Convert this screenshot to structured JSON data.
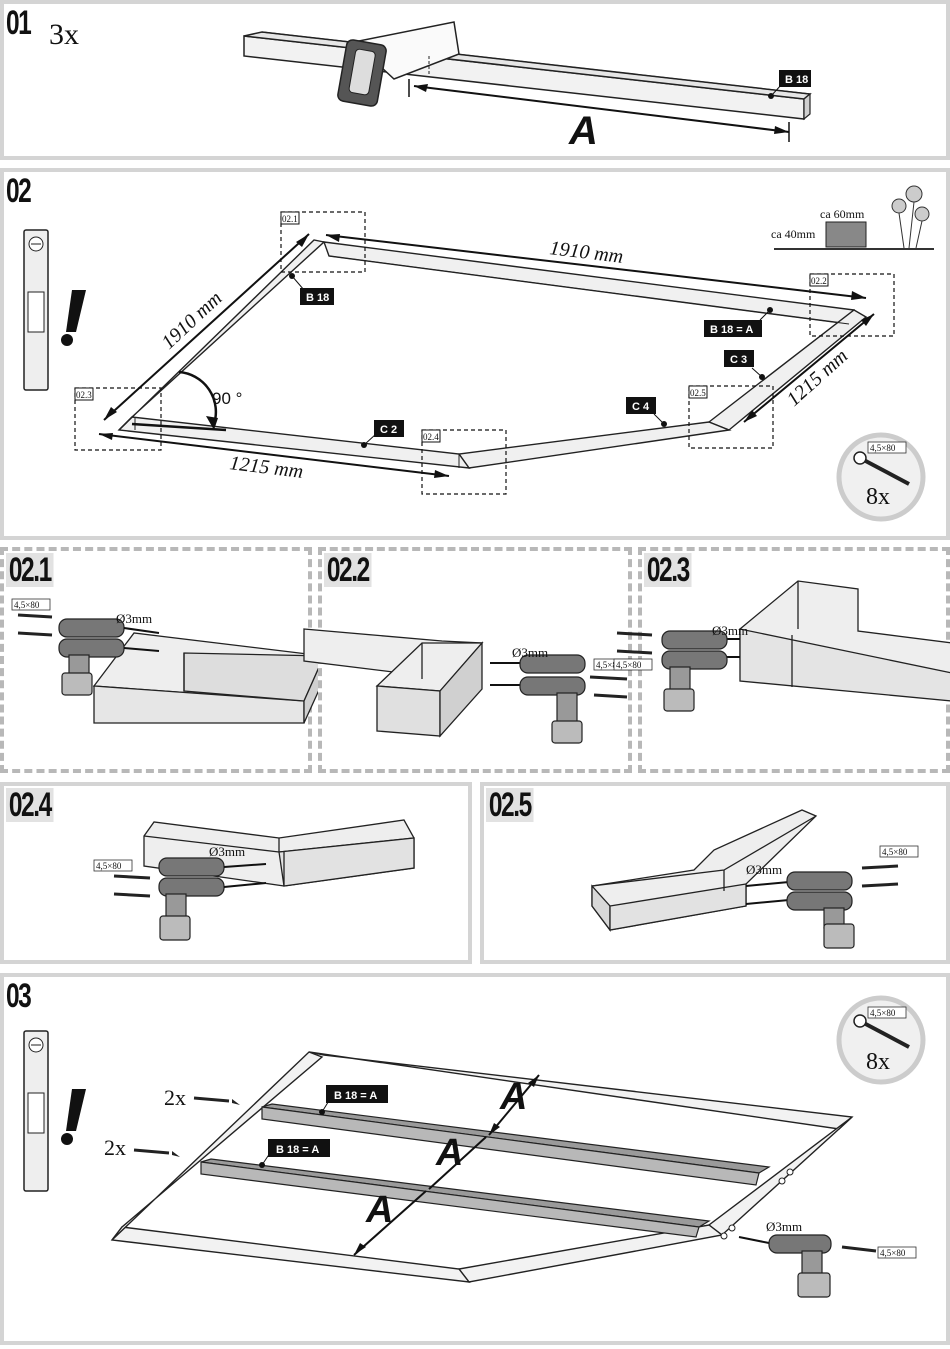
{
  "steps": {
    "s01": {
      "number": "01",
      "quantity": "3x",
      "part_label": "B 18",
      "dim_label": "A"
    },
    "s02": {
      "number": "02",
      "dim_top": "1910 mm",
      "dim_left": "1910 mm",
      "dim_right": "1215 mm",
      "dim_bottom": "1215 mm",
      "angle": "90 °",
      "parts": {
        "b18": "B 18",
        "b18a": "B 18 = A",
        "c3": "C 3",
        "c4": "C 4",
        "c2": "C 2"
      },
      "details": {
        "d1": "02.1",
        "d2": "02.2",
        "d3": "02.3",
        "d4": "02.4",
        "d5": "02.5"
      },
      "ground": {
        "h": "ca 60mm",
        "w": "ca 40mm"
      },
      "screw": {
        "size": "4,5×80",
        "count": "8x"
      }
    },
    "s021": {
      "number": "02.1",
      "screw": "4,5×80",
      "drill": "Ø3mm"
    },
    "s022": {
      "number": "02.2",
      "screw": "4,5×80",
      "drill": "Ø3mm"
    },
    "s023": {
      "number": "02.3",
      "screw": "4,5×80",
      "drill": "Ø3mm"
    },
    "s024": {
      "number": "02.4",
      "screw": "4,5×80",
      "drill": "Ø3mm"
    },
    "s025": {
      "number": "02.5",
      "screw": "4,5×80",
      "drill": "Ø3mm"
    },
    "s03": {
      "number": "03",
      "qty_top": "2x",
      "qty_bottom": "2x",
      "part1": "B 18 = A",
      "part2": "B 18 = A",
      "dim": "A",
      "drill": "Ø3mm",
      "screw_small": "4,5×80",
      "screw": {
        "size": "4,5×80",
        "count": "8x"
      }
    }
  }
}
